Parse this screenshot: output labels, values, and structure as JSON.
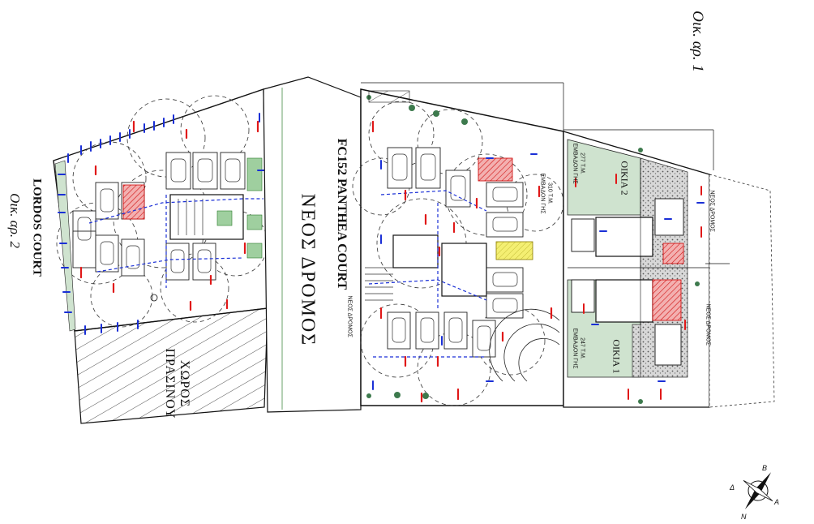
{
  "labels": {
    "plot_1": "Οικ. αρ. 1",
    "plot_2": "Οικ. αρ. 2",
    "lordos_court": "LORDOS COURT",
    "fc152_panthea_court": "FC152 PANTHEA COURT",
    "new_road_main": "ΝΕΟΣ ΔΡΟΜΟΣ",
    "new_road_small_1": "ΝΕΟΣ ΔΡΟΜΟΣ",
    "new_road_small_2": "ΝΕΟΣ ΔΡΟΜΟΣ",
    "new_road_small_3": "ΝΕΟΣ ΔΡΟΜΟΣ",
    "green_space": "ΧΩΡΟΣ ΠΡΑΣΙΝΟΥ",
    "house_1": "ΟΙΚΙΑ 1",
    "house_2": "ΟΙΚΙΑ 2",
    "area_house_2": "277 Τ.Μ.",
    "area_house_2_caption": "ΕΜΒΑΔΟΝ ΓΗΣ",
    "area_house_1": "247 Τ.Μ.",
    "area_house_1_caption": "ΕΜΒΑΔΟΝ ΓΗΣ",
    "area_mid": "310 Τ.Μ.",
    "area_mid_caption": "ΕΜΒΑΔΟΝ ΓΗΣ"
  },
  "compass": {
    "letters": [
      "B",
      "Δ",
      "A",
      "N"
    ]
  },
  "colors": {
    "line": "#111111",
    "road_band": "#dfe9df",
    "green_zone": "#cfe3cf",
    "car_outline": "#222222",
    "blue_mark": "#1a2fd6",
    "red_mark": "#e01818",
    "yellow_zone": "#f2ee6a",
    "gravel": "#b9b9b9"
  }
}
